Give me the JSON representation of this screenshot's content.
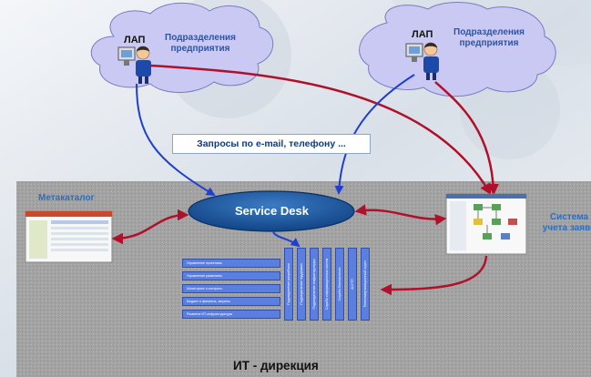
{
  "left_cloud": {
    "user_label": "ЛАП",
    "dept_label": "Подразделения предприятия"
  },
  "right_cloud": {
    "user_label": "ЛАП",
    "dept_label": "Подразделения предприятия"
  },
  "requests_label": "Запросы по e-mail, телефону ...",
  "service_desk_label": "Service Desk",
  "metacatalog_label": "Метакаталог",
  "ticket_system_label": "Система учета заяво",
  "footer_label": "ИТ - дирекция",
  "process_labels": [
    "Управление проектами",
    "Управление развитием",
    "Мониторинг и контроль",
    "Бюджет и финансы, затраты",
    "Развитие ИТ-инфраструктуры"
  ],
  "department_labels": [
    "Подразделение разработки",
    "Подразделение поддержки",
    "Подразделение инфраструктуры",
    "Служба информационных систем",
    "Служба безопасности",
    "АСУТП",
    "Телекоммуникационный отдел"
  ],
  "colors": {
    "service_desk": "#0e4e8c",
    "arrow_red": "#b0102a",
    "arrow_blue": "#1f3fd0",
    "it_area": "#9a9a9a",
    "cloud": "#c9c9f4"
  }
}
